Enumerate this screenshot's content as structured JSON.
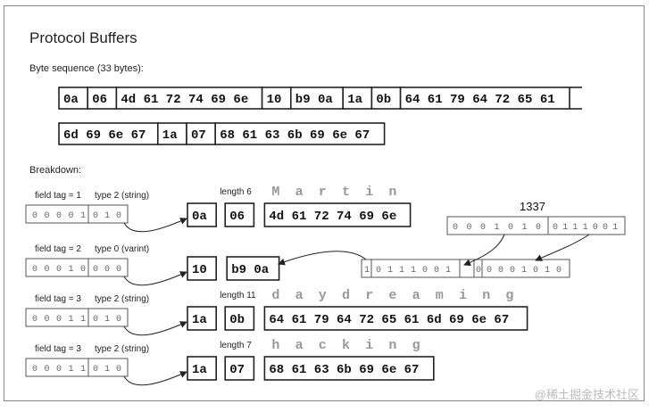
{
  "title": "Protocol Buffers",
  "byte_sequence_label": "Byte sequence (33 bytes):",
  "byte_rows": [
    [
      "0a",
      "06",
      "4d 61 72 74 69 6e",
      "10",
      "b9 0a",
      "1a",
      "0b",
      "64 61 79 64 72 65 61"
    ],
    [
      "6d 69 6e 67",
      "1a",
      "07",
      "68 61 63 6b 69 6e 67"
    ]
  ],
  "breakdown_label": "Breakdown:",
  "fields": [
    {
      "field_tag": "field tag = 1",
      "type": "type 2 (string)",
      "tag_bits": "00001",
      "type_bits": "010",
      "tag_byte": "0a",
      "length_label": "length 6",
      "length_byte": "06",
      "value_bytes": "4d 61 72 74 69 6e",
      "letters": [
        "M",
        "a",
        "r",
        "t",
        "i",
        "n"
      ]
    },
    {
      "field_tag": "field tag = 2",
      "type": "type 0 (varint)",
      "tag_bits": "00010",
      "type_bits": "000",
      "tag_byte": "10",
      "value_bytes": "b9 0a"
    },
    {
      "field_tag": "field tag = 3",
      "type": "type 2 (string)",
      "tag_bits": "00011",
      "type_bits": "010",
      "tag_byte": "1a",
      "length_label": "length 11",
      "length_byte": "0b",
      "value_bytes": "64 61 79 64 72 65 61 6d 69 6e 67",
      "letters": [
        "d",
        "a",
        "y",
        "d",
        "r",
        "e",
        "a",
        "m",
        "i",
        "n",
        "g"
      ]
    },
    {
      "field_tag": "field tag = 3",
      "type": "type 2 (string)",
      "tag_bits": "00011",
      "type_bits": "010",
      "tag_byte": "1a",
      "length_label": "length 7",
      "length_byte": "07",
      "value_bytes": "68 61 63 6b 69 6e 67",
      "letters": [
        "h",
        "a",
        "c",
        "k",
        "i",
        "n",
        "g"
      ]
    }
  ],
  "varint": {
    "value": "1337",
    "binary_first": "0001010",
    "binary_second": "0111001",
    "byte1_bits": "10111001",
    "byte2_bits": "00001010"
  },
  "watermark": "@稀土掘金技术社区",
  "colors": {
    "frame": "#888888",
    "text": "#222222",
    "letter": "#999999",
    "bits": "#666666"
  }
}
